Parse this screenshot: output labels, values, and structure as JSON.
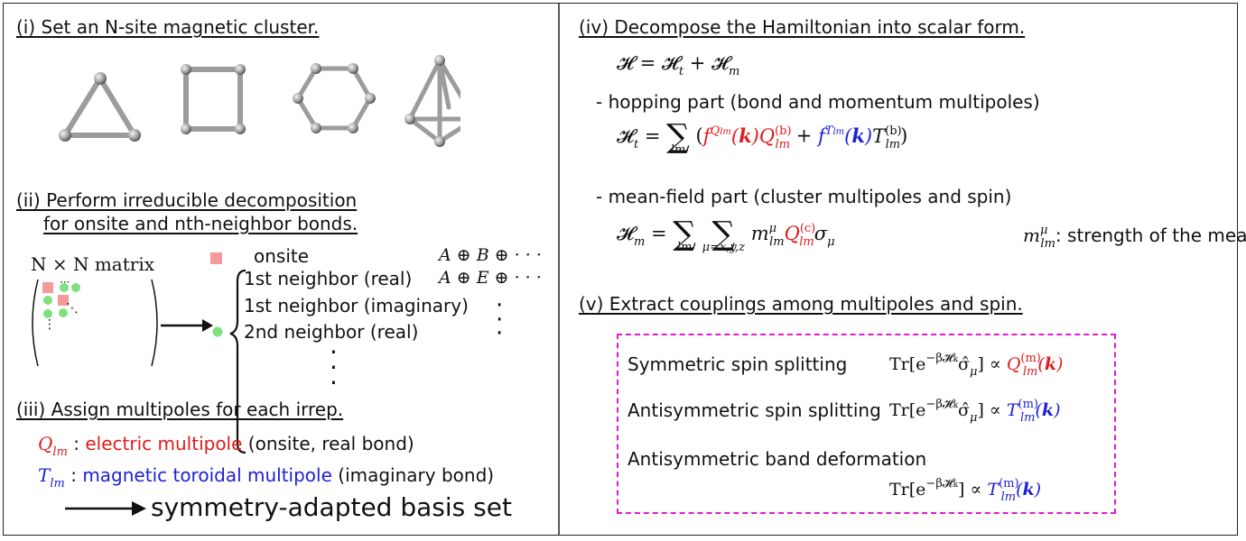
{
  "sections": {
    "s1": {
      "title": "(i) Set an N-site magnetic cluster."
    },
    "s2": {
      "title_line1": "(ii) Perform irreducible decomposition",
      "title_line2": "for onsite and nth-neighbor bonds.",
      "matrix_label": "N × N matrix",
      "ellipsis_h": "···",
      "ellipsis_v": "⋮",
      "ellipsis_d": "⋱",
      "legend": {
        "onsite": "onsite",
        "first_real": "1st neighbor (real)",
        "first_imag": "1st neighbor (imaginary)",
        "second_real": "2nd neighbor (real)"
      },
      "irreps": {
        "onsite": "A ⊕ B ⊕ · · ·",
        "first_real": "A ⊕ E ⊕ · · ·"
      }
    },
    "s3": {
      "title": "(iii) Assign multipoles for each irrep.",
      "q_symbol": "Q",
      "q_sub": "lm",
      "q_desc_colored": "electric multipole",
      "q_desc_rest": " (onsite, real bond)",
      "t_symbol": "T",
      "t_sub": "lm",
      "t_desc_colored": "magnetic toroidal multipole",
      "t_desc_rest": " (imaginary bond)",
      "result": "symmetry-adapted basis set"
    },
    "s4": {
      "title": "(iv) Decompose the Hamiltonian into scalar form.",
      "hopping_label": "- hopping part (bond and momentum multipoles)",
      "meanfield_label": "- mean-field part (cluster multipoles and spin)",
      "meanfield_note": ": strength of the mean field"
    },
    "s5": {
      "title": "(v) Extract couplings among multipoles and spin.",
      "rows": [
        {
          "label": "Symmetric spin splitting"
        },
        {
          "label": "Antisymmetric spin splitting"
        },
        {
          "label": "Antisymmetric band deformation"
        }
      ]
    }
  },
  "colors": {
    "electric": "#e21b1b",
    "toroidal": "#1f1fd6",
    "dashed_box": "#e01ad1",
    "onsite_marker": "#f39a9a",
    "bond_marker": "#7fe07f"
  }
}
